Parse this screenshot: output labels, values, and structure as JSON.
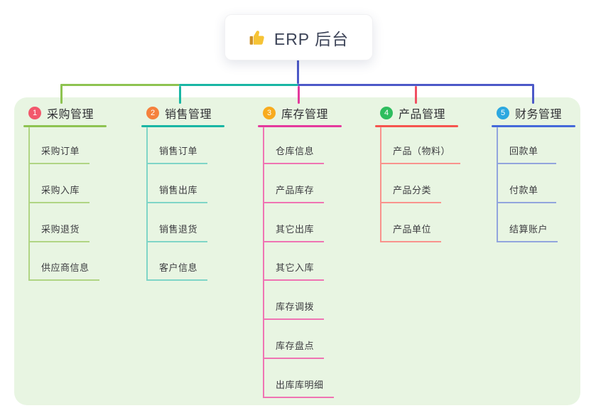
{
  "root": {
    "label": "ERP 后台",
    "icon": "thumbs-up-icon",
    "connector_color": "#4c59c8",
    "text_color": "#3d4458",
    "card_background": "#ffffff"
  },
  "panel": {
    "background": "#e8f5e2"
  },
  "bus": {
    "segment_colors": [
      "#8ec351",
      "#19b6a4",
      "#4c59c8"
    ]
  },
  "branches": [
    {
      "number": "1",
      "title": "采购管理",
      "badge_color": "#f2586c",
      "line_color": "#8ec351",
      "drop_color": "#8ec351",
      "child_color": "#b0d584",
      "children": [
        "采购订单",
        "采购入库",
        "采购退货",
        "供应商信息"
      ]
    },
    {
      "number": "2",
      "title": "销售管理",
      "badge_color": "#f5813d",
      "line_color": "#19b6a4",
      "drop_color": "#19b6a4",
      "child_color": "#7fd5c7",
      "children": [
        "销售订单",
        "销售出库",
        "销售退货",
        "客户信息"
      ]
    },
    {
      "number": "3",
      "title": "库存管理",
      "badge_color": "#f8ab1e",
      "line_color": "#e43a9d",
      "drop_color": "#e43a9d",
      "child_color": "#ef74b3",
      "children": [
        "仓库信息",
        "产品库存",
        "其它出库",
        "其它入库",
        "库存调拨",
        "库存盘点",
        "出库库明细"
      ]
    },
    {
      "number": "4",
      "title": "产品管理",
      "badge_color": "#2ebd5e",
      "line_color": "#f6544e",
      "drop_color": "#f04f62",
      "child_color": "#f9938d",
      "children": [
        "产品（物料）",
        "产品分类",
        "产品单位"
      ]
    },
    {
      "number": "5",
      "title": "财务管理",
      "badge_color": "#2ca8e0",
      "line_color": "#4569da",
      "drop_color": "#4c59c8",
      "child_color": "#92a5dd",
      "children": [
        "回款单",
        "付款单",
        "结算账户"
      ]
    }
  ]
}
